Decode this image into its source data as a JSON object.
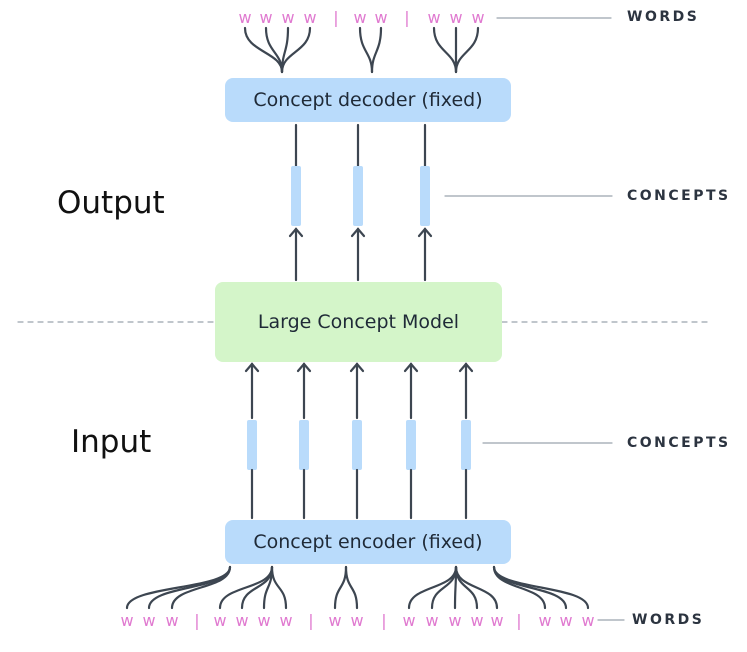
{
  "labels": {
    "words": "WORDS",
    "concepts": "CONCEPTS",
    "output": "Output",
    "input": "Input"
  },
  "boxes": {
    "decoder": "Concept decoder (fixed)",
    "lcm": "Large Concept Model",
    "encoder": "Concept encoder (fixed)"
  },
  "tokens": {
    "top": [
      "w",
      "w",
      "w",
      "w",
      "|",
      "w",
      "w",
      "|",
      "w",
      "w",
      "w"
    ],
    "bottom": [
      "w",
      "w",
      "w",
      "|",
      "w",
      "w",
      "w",
      "w",
      "|",
      "w",
      "w",
      "|",
      "w",
      "w",
      "w",
      "w",
      "w",
      "|",
      "w",
      "w",
      "w"
    ]
  },
  "colors": {
    "concept_fill": "#b9dbfb",
    "decoder_fill": "#b9dbfb",
    "encoder_fill": "#b9dbfb",
    "lcm_fill": "#d4f5c9",
    "token_color": "#e07ad0",
    "line_color": "#3d4651",
    "guide_color": "#9aa3ad"
  }
}
